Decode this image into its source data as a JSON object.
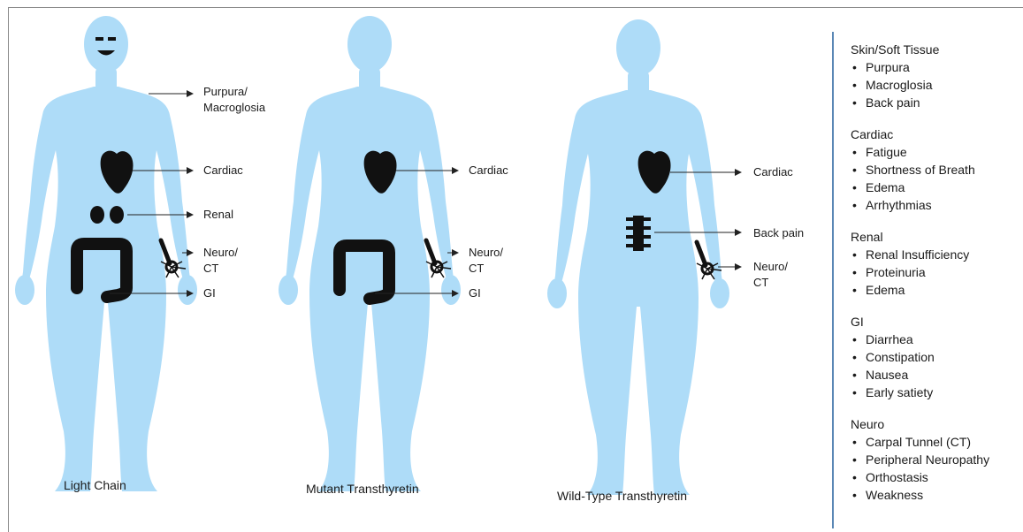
{
  "colors": {
    "body": "#aedcf8",
    "organ": "#111111",
    "arrow": "#222222",
    "divider": "#5a87b5"
  },
  "figures": [
    {
      "caption": "Light Chain",
      "labels": {
        "skin": [
          "Purpura/",
          "Macroglosia"
        ],
        "cardiac": "Cardiac",
        "renal": "Renal",
        "neuro": [
          "Neuro/",
          "CT"
        ],
        "gi": "GI"
      }
    },
    {
      "caption": "Mutant Transthyretin",
      "labels": {
        "cardiac": "Cardiac",
        "neuro": [
          "Neuro/",
          "CT"
        ],
        "gi": "GI"
      }
    },
    {
      "caption": "Wild-Type Transthyretin",
      "labels": {
        "cardiac": "Cardiac",
        "back": "Back pain",
        "neuro": [
          "Neuro/",
          "CT"
        ]
      }
    }
  ],
  "sidebar": {
    "groups": [
      {
        "title": "Skin/Soft Tissue",
        "items": [
          "Purpura",
          "Macroglosia",
          "Back pain"
        ]
      },
      {
        "title": "Cardiac",
        "items": [
          "Fatigue",
          "Shortness of Breath",
          "Edema",
          "Arrhythmias"
        ]
      },
      {
        "title": "Renal",
        "items": [
          "Renal Insufficiency",
          "Proteinuria",
          "Edema"
        ]
      },
      {
        "title": "GI",
        "items": [
          "Diarrhea",
          "Constipation",
          "Nausea",
          "Early satiety"
        ]
      },
      {
        "title": "Neuro",
        "items": [
          "Carpal Tunnel (CT)",
          "Peripheral Neuropathy",
          "Orthostasis",
          "Weakness"
        ]
      }
    ]
  }
}
